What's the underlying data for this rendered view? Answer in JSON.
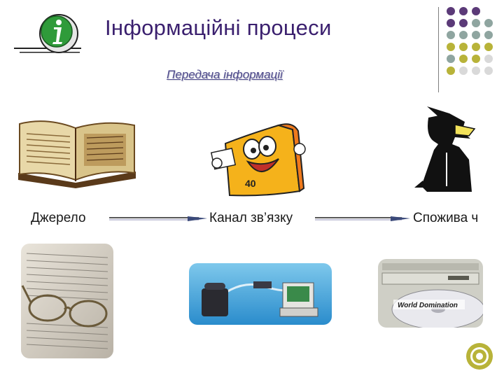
{
  "slide": {
    "title": "Інформаційні процеси",
    "subtitle": "Передача інформації"
  },
  "diagram": {
    "source_label": "Джерело",
    "channel_label": "Канал зв’язку",
    "consumer_label": "Спожива ч"
  },
  "decor": {
    "info_icon": "info-icon",
    "dot_colors": [
      "#5b3a78",
      "#8fa5a0",
      "#b8b339",
      "#d9d9d9"
    ]
  },
  "colors": {
    "title": "#3a1f6e",
    "subtitle": "#4e4a8c",
    "arrow": "#3b4a7a",
    "ring": "#b8b339"
  }
}
